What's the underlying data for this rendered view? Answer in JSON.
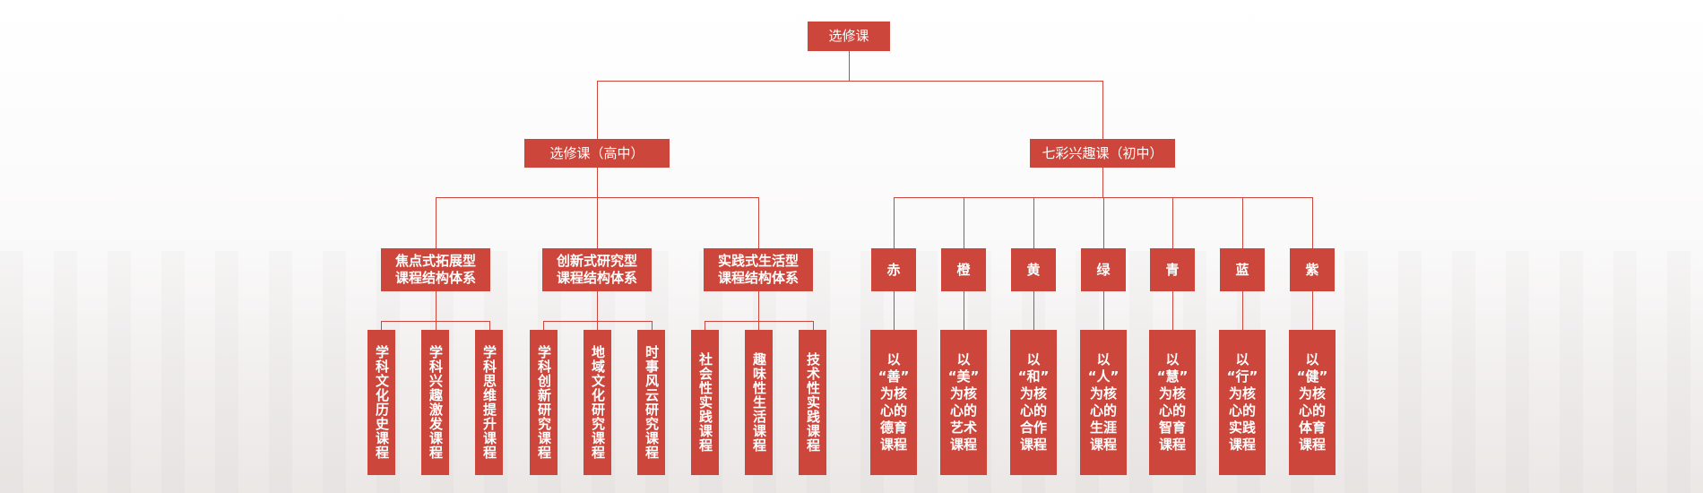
{
  "root": "选修课",
  "branches": {
    "high": {
      "label": "选修课（高中）",
      "groups": [
        {
          "label": "焦点式拓展型\n课程结构体系",
          "items": [
            "学科文化历史课程",
            "学科兴趣激发课程",
            "学科思维提升课程"
          ]
        },
        {
          "label": "创新式研究型\n课程结构体系",
          "items": [
            "学科创新研究课程",
            "地域文化研究课程",
            "时事风云研究课程"
          ]
        },
        {
          "label": "实践式生活型\n课程结构体系",
          "items": [
            "社会性实践课程",
            "趣味性生活课程",
            "技术性实践课程"
          ]
        }
      ]
    },
    "middle": {
      "label": "七彩兴趣课（初中）",
      "colors": [
        {
          "label": "赤",
          "desc": "以\n“善”\n为核\n心的\n德育\n课程"
        },
        {
          "label": "橙",
          "desc": "以\n“美”\n为核\n心的\n艺术\n课程"
        },
        {
          "label": "黄",
          "desc": "以\n“和”\n为核\n心的\n合作\n课程"
        },
        {
          "label": "绿",
          "desc": "以\n“人”\n为核\n心的\n生涯\n课程"
        },
        {
          "label": "青",
          "desc": "以\n“慧”\n为核\n心的\n智育\n课程"
        },
        {
          "label": "蓝",
          "desc": "以\n“行”\n为核\n心的\n实践\n课程"
        },
        {
          "label": "紫",
          "desc": "以\n“健”\n为核\n心的\n体育\n课程"
        }
      ]
    }
  },
  "colors": {
    "box": "#cc463b",
    "text": "#ffffff",
    "line": "#cc463b"
  }
}
